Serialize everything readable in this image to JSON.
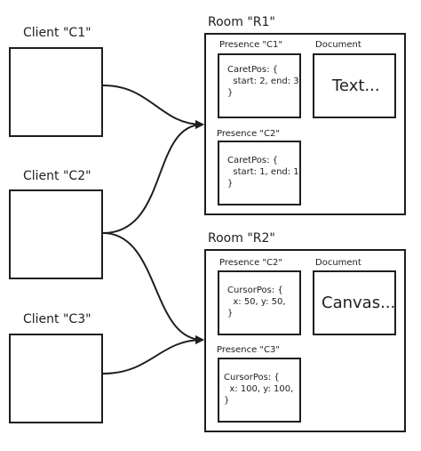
{
  "clients": [
    {
      "label": "Client \"C1\""
    },
    {
      "label": "Client \"C2\""
    },
    {
      "label": "Client \"C3\""
    }
  ],
  "rooms": [
    {
      "label": "Room \"R1\"",
      "presences": [
        {
          "label": "Presence \"C1\"",
          "code": "CaretPos: {\n  start: 2, end: 3,\n}"
        },
        {
          "label": "Presence \"C2\"",
          "code": "CaretPos: {\n  start: 1, end: 1,\n}"
        }
      ],
      "document": {
        "label": "Document",
        "content": "Text..."
      }
    },
    {
      "label": "Room \"R2\"",
      "presences": [
        {
          "label": "Presence \"C2\"",
          "code": "CursorPos: {\n  x: 50, y: 50,\n}"
        },
        {
          "label": "Presence \"C3\"",
          "code": "CursorPos: {\n  x: 100, y: 100,\n}"
        }
      ],
      "document": {
        "label": "Document",
        "content": "Canvas..."
      }
    }
  ],
  "colors": {
    "stroke": "#1e1e1e",
    "background": "#ffffff"
  }
}
